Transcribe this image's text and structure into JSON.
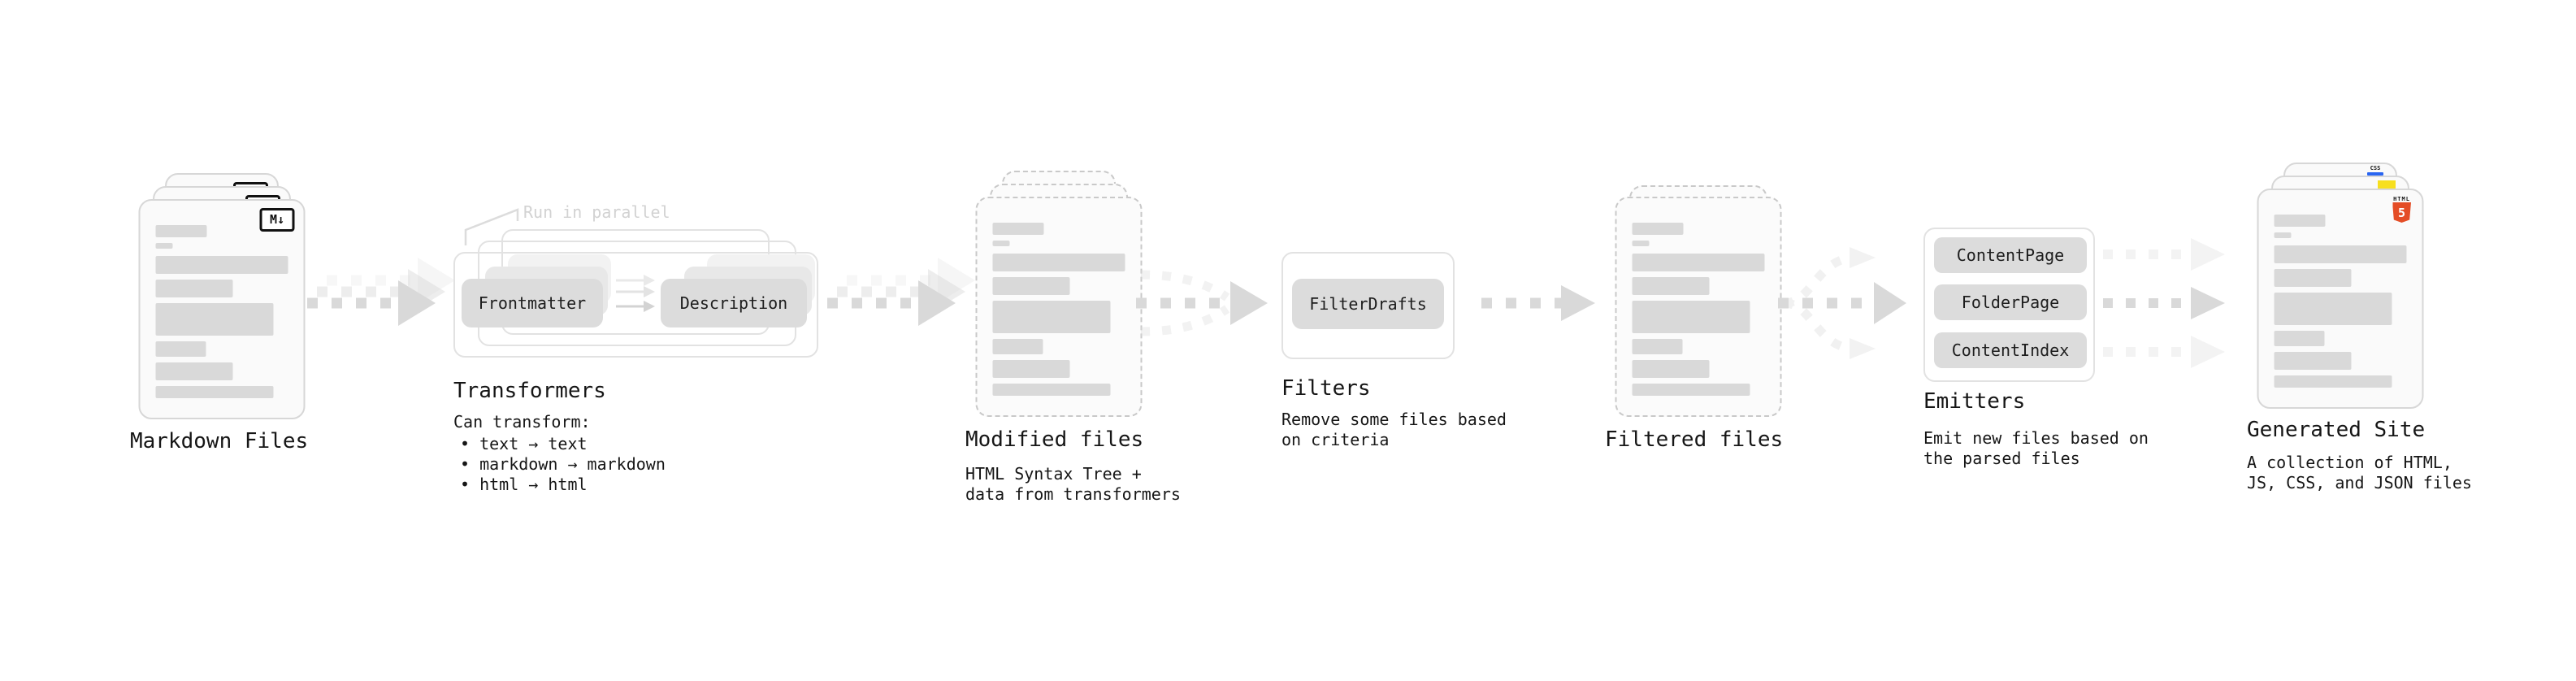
{
  "colors": {
    "card_bg": "#fafafa",
    "card_border": "#d7d7d7",
    "bar_gray": "#d9d9d9",
    "pill_gray": "#dcdcdc",
    "arrow_gray": "#d9d9d9",
    "annotation_gray": "#d2d2d2",
    "text_black": "#161616",
    "html5_orange": "#e44d26",
    "js_yellow": "#f7df1e",
    "css_blue": "#2965f1"
  },
  "stages": {
    "markdown_files": {
      "label": "Markdown Files",
      "badge": "M↓"
    },
    "transformers": {
      "label": "Transformers",
      "annotation": "Run in parallel",
      "pill_frontmatter": "Frontmatter",
      "pill_description": "Description",
      "note_title": "Can transform:",
      "note_items": [
        "• text → text",
        "• markdown → markdown",
        "• html → html"
      ]
    },
    "modified_files": {
      "label": "Modified files",
      "sub_line1": "HTML Syntax Tree +",
      "sub_line2": "data from transformers"
    },
    "filters": {
      "label": "Filters",
      "pill_filterdrafts": "FilterDrafts",
      "sub_line1": "Remove some files based",
      "sub_line2": "on criteria"
    },
    "filtered_files": {
      "label": "Filtered files"
    },
    "emitters": {
      "label": "Emitters",
      "pills": [
        "ContentPage",
        "FolderPage",
        "ContentIndex"
      ],
      "sub_line1": "Emit new files based on",
      "sub_line2": "the parsed files"
    },
    "generated_site": {
      "label": "Generated Site",
      "sub_line1": "A collection of HTML,",
      "sub_line2": "JS, CSS, and JSON files",
      "html5_word": "HTML",
      "html5_number": "5",
      "css_word": "CSS"
    }
  }
}
